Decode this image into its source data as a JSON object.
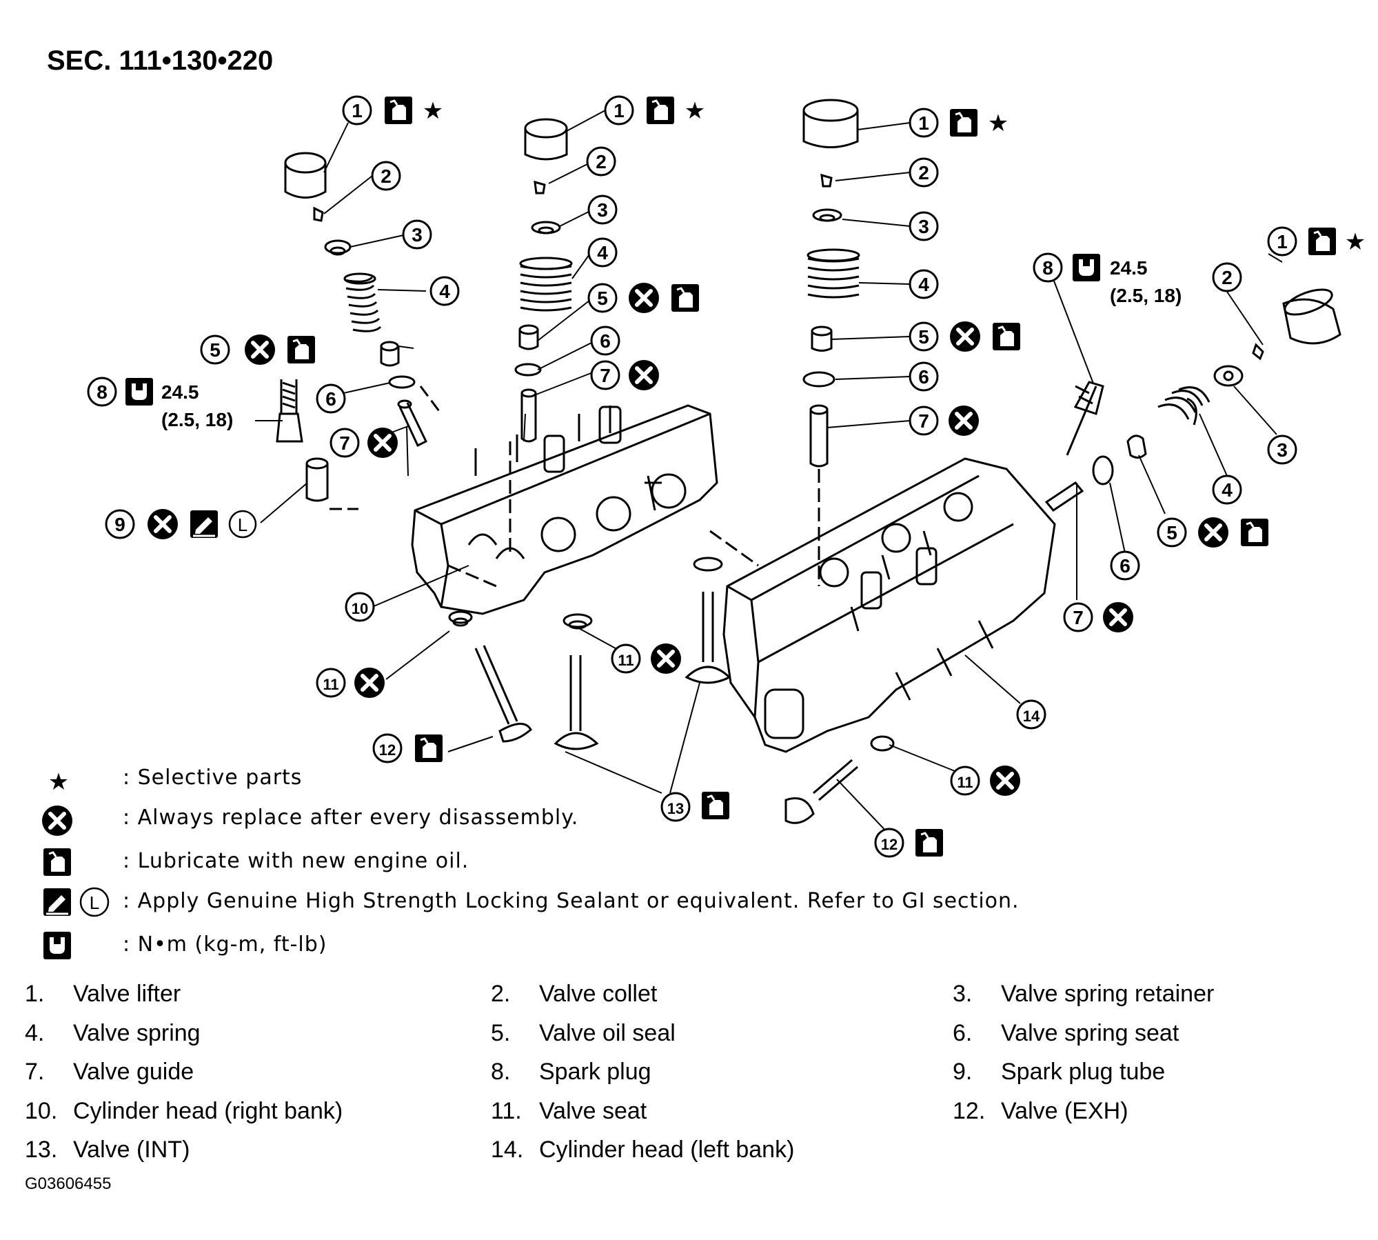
{
  "section_label": "SEC. 111•130•220",
  "figure_code": "G03606455",
  "torque": {
    "value": "24.5",
    "units": "(2.5, 18)"
  },
  "callout_numbers": [
    "1",
    "2",
    "3",
    "4",
    "5",
    "6",
    "7",
    "8",
    "9",
    "10",
    "11",
    "12",
    "13",
    "14"
  ],
  "icon_names": [
    "selective-star-icon",
    "replace-x-icon",
    "oil-can-icon",
    "sealant-icon",
    "locking-sealant-L-icon",
    "torque-wrench-icon"
  ],
  "legend": [
    {
      "icon": "selective-star-icon",
      "text": ": Selective parts"
    },
    {
      "icon": "replace-x-icon",
      "text": ": Always replace after every disassembly."
    },
    {
      "icon": "oil-can-icon",
      "text": ": Lubricate with new engine oil."
    },
    {
      "icon": "sealant-icon",
      "text": ": Apply Genuine High Strength Locking Sealant or equivalent. Refer to GI section."
    },
    {
      "icon": "torque-wrench-icon",
      "text": ": N•m (kg-m, ft-lb)"
    }
  ],
  "parts": [
    {
      "num": "1.",
      "name": "Valve lifter"
    },
    {
      "num": "2.",
      "name": "Valve collet"
    },
    {
      "num": "3.",
      "name": "Valve spring retainer"
    },
    {
      "num": "4.",
      "name": "Valve spring"
    },
    {
      "num": "5.",
      "name": "Valve oil seal"
    },
    {
      "num": "6.",
      "name": "Valve spring seat"
    },
    {
      "num": "7.",
      "name": "Valve guide"
    },
    {
      "num": "8.",
      "name": "Spark plug"
    },
    {
      "num": "9.",
      "name": "Spark plug tube"
    },
    {
      "num": "10.",
      "name": "Cylinder head (right bank)"
    },
    {
      "num": "11.",
      "name": "Valve seat"
    },
    {
      "num": "12.",
      "name": "Valve (EXH)"
    },
    {
      "num": "13.",
      "name": "Valve (INT)"
    },
    {
      "num": "14.",
      "name": "Cylinder head (left bank)"
    }
  ],
  "colors": {
    "ink": "#000000",
    "paper": "#ffffff"
  }
}
